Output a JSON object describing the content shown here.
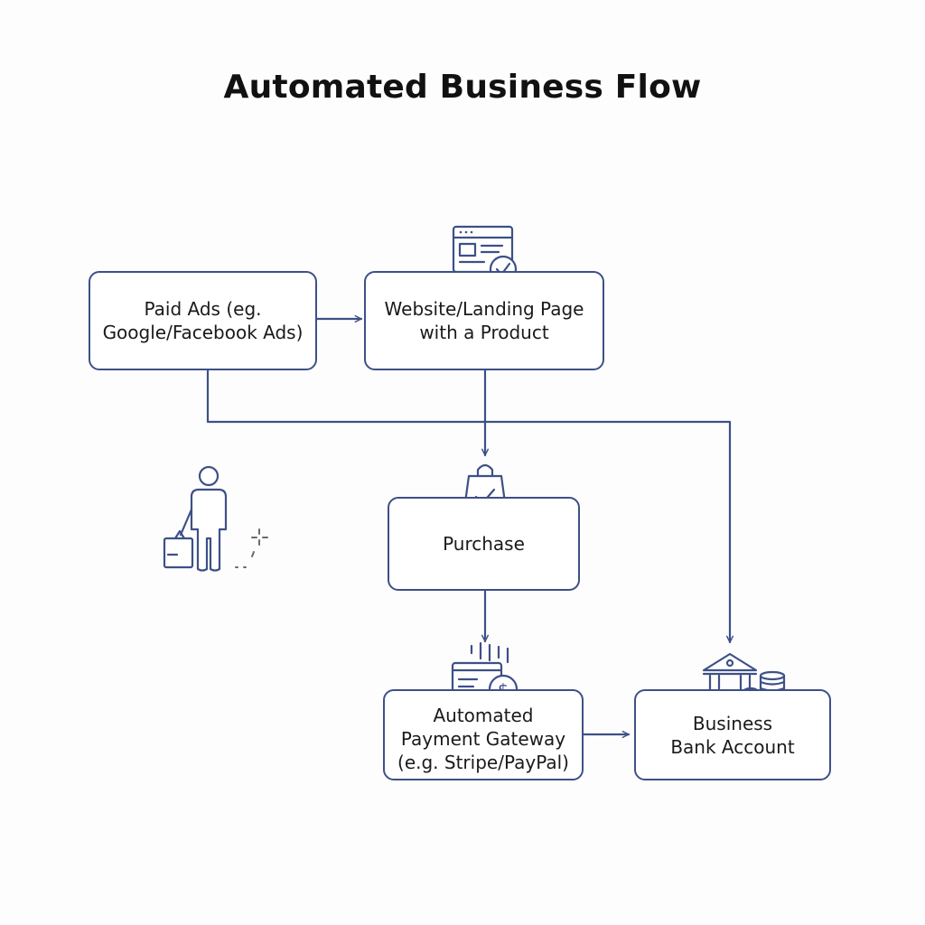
{
  "title": "Automated Business Flow",
  "nodes": {
    "paid_ads": {
      "line1": "Paid Ads (eg.",
      "line2": "Google/Facebook Ads)"
    },
    "website": {
      "line1": "Website/Landing Page",
      "line2": "with a Product"
    },
    "purchase": {
      "line1": "Purchase"
    },
    "gateway": {
      "line1": "Automated",
      "line2": "Payment Gateway",
      "line3": "(e.g. Stripe/PayPal)"
    },
    "bank": {
      "line1": "Business",
      "line2": "Bank Account"
    }
  },
  "icons": {
    "website": "browser-check-icon",
    "purchase": "shopping-bag-check-icon",
    "gateway": "credit-card-dollar-icon",
    "bank": "bank-coins-icon",
    "shopper": "shopper-with-bag-icon"
  },
  "edges": [
    {
      "from": "paid_ads",
      "to": "website"
    },
    {
      "from": "paid_ads",
      "to": "bank"
    },
    {
      "from": "website",
      "to": "purchase"
    },
    {
      "from": "purchase",
      "to": "gateway"
    },
    {
      "from": "gateway",
      "to": "bank"
    }
  ],
  "colors": {
    "stroke": "#3d5087",
    "text": "#1a1a1a",
    "background": "#fdfdfd"
  }
}
